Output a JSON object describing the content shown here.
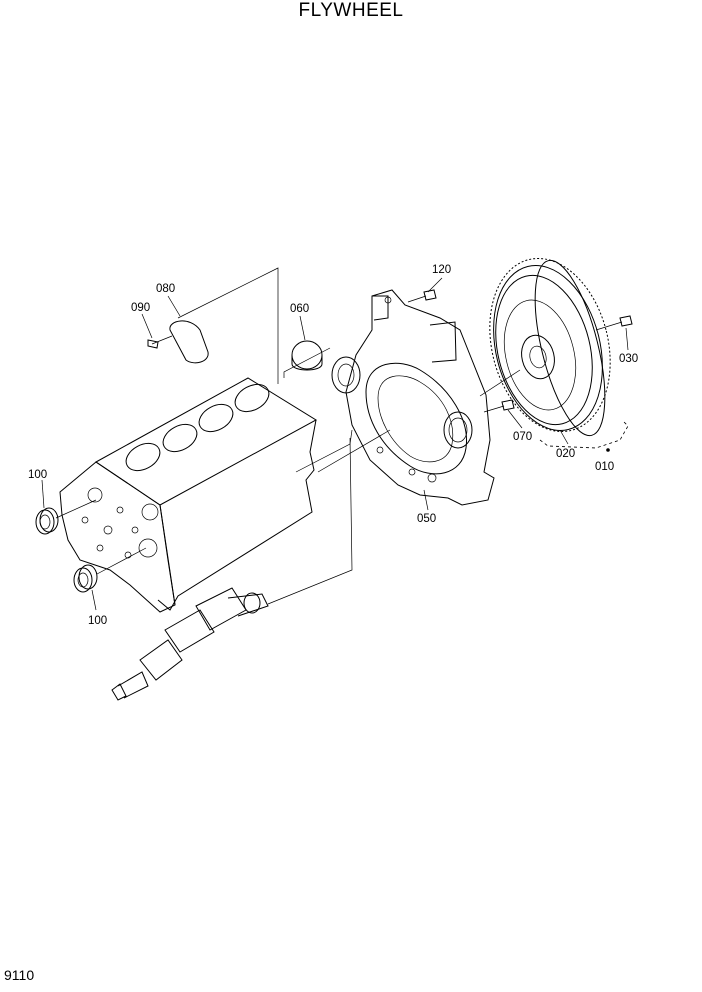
{
  "title": "FLYWHEEL",
  "page_number": "9110",
  "callouts": {
    "c010": "010",
    "c020": "020",
    "c030": "030",
    "c050": "050",
    "c060": "060",
    "c070": "070",
    "c080": "080",
    "c090": "090",
    "c100a": "100",
    "c100b": "100",
    "c120": "120"
  }
}
